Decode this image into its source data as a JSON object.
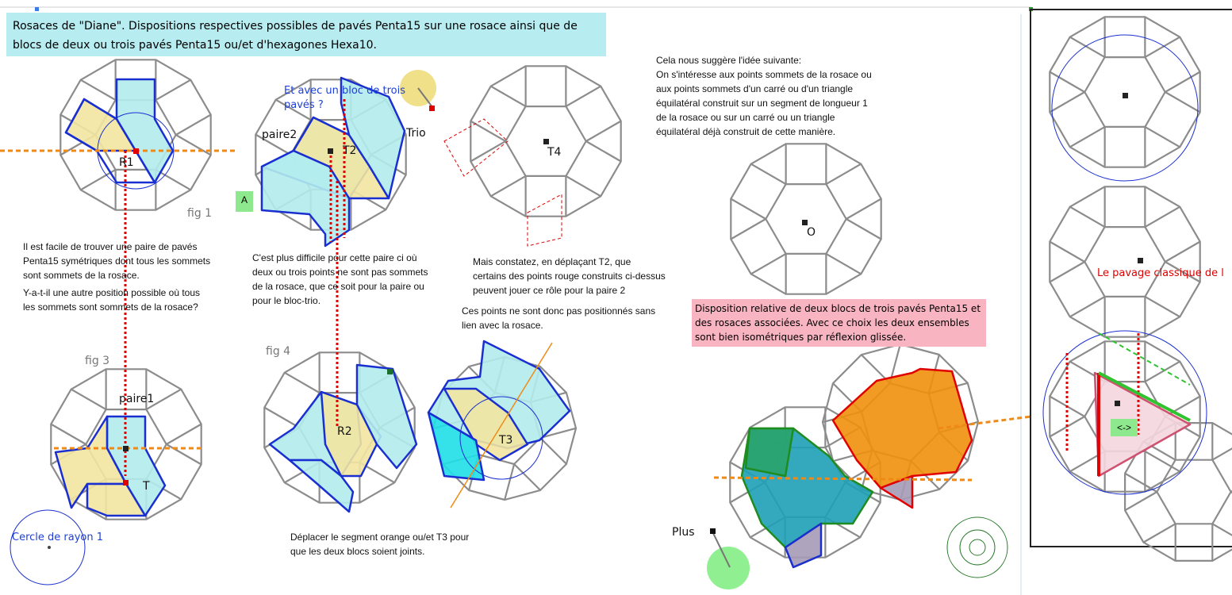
{
  "title": "Rosaces de \"Diane\". Dispositions respectives possibles de pavés Penta15 sur une rosace ainsi que de\nblocs de deux ou trois pavés Penta15 ou/et d'hexagones Hexa10.",
  "labels": {
    "r1": "R1",
    "fig1": "fig 1",
    "a": "A",
    "paire2": "paire2",
    "t2": "T2",
    "trio": "Trio",
    "t4": "T4",
    "et_avec": "Et avec un bloc de trois\npavés ?",
    "o": "O",
    "fig3": "fig 3",
    "paire1": "paire1",
    "t": "T",
    "fig4": "fig 4",
    "r2": "R2",
    "t3": "T3",
    "cercle": "Cercle de rayon 1",
    "plus": "Plus",
    "pavage": "Le pavage classique de l",
    "swap": "<->"
  },
  "texts": {
    "para1": "Il est facile de trouver une paire de pavés\nPenta15 symétriques dont tous les sommets\nsont sommets de la rosace.",
    "para2": "Y-a-t-il une autre position possible où tous\nles sommets sont sommets de la rosace?",
    "para3": "C'est plus difficile pour cette paire ci où\ndeux ou  trois points ne sont pas sommets\nde la rosace, que ce soit pour la paire ou\npour le bloc-trio.",
    "para4": "Mais constatez, en déplaçant T2, que\ncertains des points rouge construits ci-dessus\n peuvent jouer ce rôle pour la paire 2",
    "para5": "Ces points ne sont donc pas positionnés sans\nlien avec la rosace.",
    "para6": "Cela nous suggère l'idée suivante:\nOn s'intéresse aux points sommets de la rosace ou\naux points sommets d'un carré ou d'un triangle\néquilatéral construit sur un segment de longueur 1\n de la rosace ou sur un carré ou un triangle\néquilatéral déjà construit de cette manière.",
    "para7": "Déplacer le segment orange ou/et T3 pour\nque les deux blocs soient joints.",
    "pink": "Disposition relative de deux blocs de trois pavés Penta15 et\n des rosaces associées. Avec ce choix les deux ensembles\nsont bien isométriques par réflexion glissée."
  },
  "colors": {
    "rosace": "#8c8c8c",
    "penta_yellow": "#f2e6a0",
    "penta_cyan": "#b3ecec",
    "outline_blue": "#1a2fd0",
    "red": "#e00000",
    "orange": "#ef8a17",
    "title_bg": "#b7ecf0",
    "pink_bg": "#f8b4c0"
  }
}
